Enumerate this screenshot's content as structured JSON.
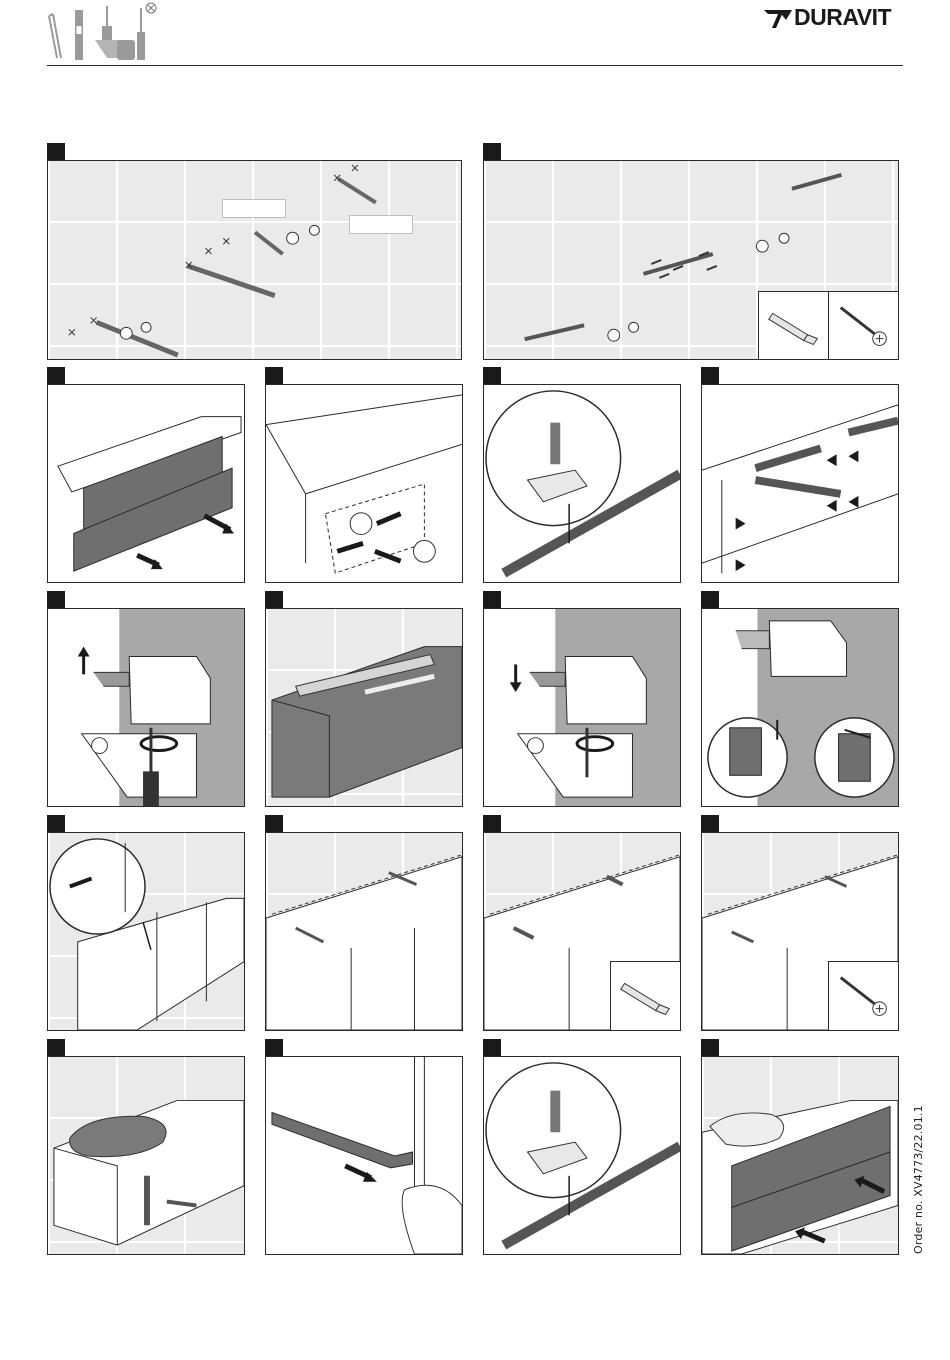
{
  "header": {
    "brand_name": "DURAVIT",
    "brand_mark": "duravit-wave-logo",
    "tools_icons": [
      "pencil-icon",
      "spirit-level-icon",
      "drill-icon",
      "tape-measure-icon",
      "screwdriver-icon"
    ]
  },
  "footer": {
    "order_number": "Order no. XV4773/22.01.1"
  },
  "colors": {
    "tile": "#eaeaea",
    "cabinet_front": "#6f6f6f",
    "wall_grey": "#a8a8a8",
    "line": "#2a2a2a"
  },
  "steps": [
    {
      "id": 1,
      "row": 0,
      "col": 0,
      "scene": "wall-marking"
    },
    {
      "id": 2,
      "row": 0,
      "col": 1,
      "scene": "wall-bracket-screws"
    },
    {
      "id": 3,
      "row": 1,
      "col": 0,
      "scene": "drawers-pull-out"
    },
    {
      "id": 4,
      "row": 1,
      "col": 1,
      "scene": "drawer-removal"
    },
    {
      "id": 5,
      "row": 1,
      "col": 2,
      "scene": "runner-release-detail"
    },
    {
      "id": 6,
      "row": 1,
      "col": 3,
      "scene": "bracket-positions"
    },
    {
      "id": 7,
      "row": 2,
      "col": 0,
      "scene": "bracket-height-up"
    },
    {
      "id": 8,
      "row": 2,
      "col": 1,
      "scene": "cabinet-level"
    },
    {
      "id": 9,
      "row": 2,
      "col": 2,
      "scene": "bracket-height-down"
    },
    {
      "id": 10,
      "row": 2,
      "col": 3,
      "scene": "bracket-adjust-detail"
    },
    {
      "id": 11,
      "row": 3,
      "col": 0,
      "scene": "fix-screw-detail"
    },
    {
      "id": 12,
      "row": 3,
      "col": 1,
      "scene": "drill-holes"
    },
    {
      "id": 13,
      "row": 3,
      "col": 2,
      "scene": "insert-dowels"
    },
    {
      "id": 14,
      "row": 3,
      "col": 3,
      "scene": "insert-screws"
    },
    {
      "id": 15,
      "row": 4,
      "col": 0,
      "scene": "basin-mounting"
    },
    {
      "id": 16,
      "row": 4,
      "col": 1,
      "scene": "runner-lock"
    },
    {
      "id": 17,
      "row": 4,
      "col": 2,
      "scene": "runner-engage-detail"
    },
    {
      "id": 18,
      "row": 4,
      "col": 3,
      "scene": "drawers-push-in"
    }
  ]
}
